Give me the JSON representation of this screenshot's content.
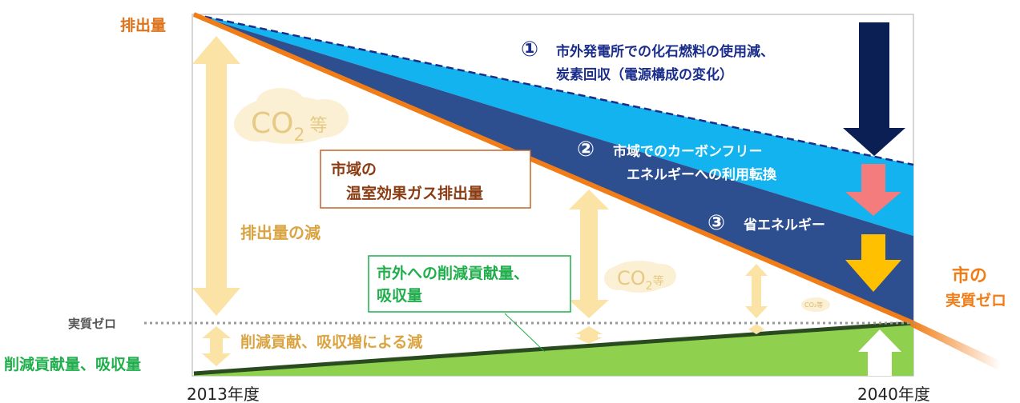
{
  "labels": {
    "emissions": "排出量",
    "net_zero": "実質ゼロ",
    "reduction_absorption": "削減貢献量、吸収量",
    "year_start": "2013年度",
    "year_end": "2040年度",
    "city_net_zero_line1": "市の",
    "city_net_zero_line2": "実質ゼロ"
  },
  "measures": [
    {
      "number": "①",
      "line1": "市外発電所での化石燃料の使用減、",
      "line2": "炭素回収（電源構成の変化）"
    },
    {
      "number": "②",
      "line1": "市域でのカーボンフリー",
      "line2": "エネルギーへの利用転換"
    },
    {
      "number": "③",
      "line1": "省エネルギー",
      "line2": ""
    }
  ],
  "annotations": {
    "ghg_line1": "市域の",
    "ghg_line2": "温室効果ガス排出量",
    "contribution_line1": "市外への削減貢献量、",
    "contribution_line2": "吸収量",
    "emission_reduction": "排出量の減",
    "reduction_by_contribution": "削減貢献、吸収増による減"
  },
  "clouds": {
    "co2_big": "CO",
    "co2_big_sub": "2",
    "co2_big_suffix": "等",
    "co2_mid": "CO",
    "co2_mid_sub": "2",
    "co2_mid_suffix": "等",
    "co2_small": "CO₂等"
  },
  "colors": {
    "dark_navy": "#0b1f55",
    "navy_band": "#2d4e8f",
    "light_blue": "#12b3ee",
    "orange": "#f07d18",
    "green": "#8fd04f",
    "dark_green": "#2a4a1f",
    "pink": "#f47c7c",
    "yellow": "#ffc000",
    "pale_yellow": "#fbe3a6",
    "green_text": "#1fae4b",
    "tan_text": "#d9a441"
  }
}
